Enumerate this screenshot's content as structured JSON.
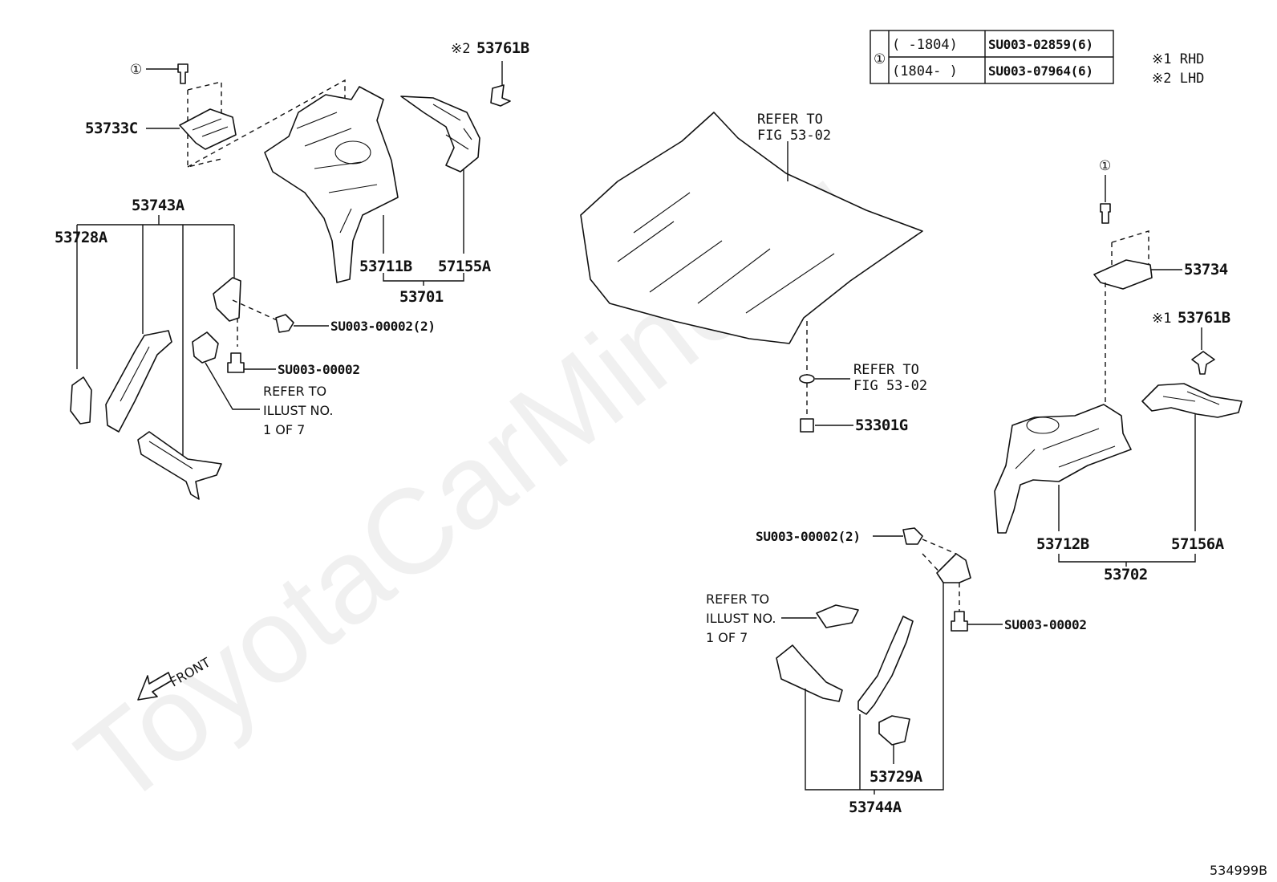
{
  "watermark": "ToyotaCarMine.ru",
  "figure_code": "534999B",
  "legend": {
    "rhd": "※1 RHD",
    "lhd": "※2 LHD"
  },
  "bolt_table": {
    "key": "①",
    "rows": [
      {
        "range": "(      -1804)",
        "part": "SU003-02859(6)"
      },
      {
        "range": "(1804-       )",
        "part": "SU003-07964(6)"
      }
    ]
  },
  "front_arrow": "FRONT",
  "circled_one": "①",
  "left": {
    "bolt_key": "①",
    "p53733C": "53733C",
    "p53761B_mark": "※2",
    "p53761B": "53761B",
    "p53743A": "53743A",
    "p53728A": "53728A",
    "p53711B": "53711B",
    "p57155A": "57155A",
    "p53701": "53701",
    "bolt_a": "SU003-00002(2)",
    "bolt_b": "SU003-00002",
    "refer_illust": [
      "REFER TO",
      "ILLUST NO.",
      "1 OF 7"
    ]
  },
  "center": {
    "refer_fig_a": [
      "REFER TO",
      "FIG 53-02"
    ],
    "refer_fig_b": [
      "REFER TO",
      "FIG 53-02"
    ],
    "p53301G": "53301G"
  },
  "right": {
    "bolt_key": "①",
    "p53734": "53734",
    "p53761B_mark": "※1",
    "p53761B": "53761B",
    "p53712B": "53712B",
    "p57156A": "57156A",
    "p53702": "53702",
    "bolt_a": "SU003-00002(2)",
    "bolt_b": "SU003-00002",
    "refer_illust": [
      "REFER TO",
      "ILLUST NO.",
      "1 OF 7"
    ],
    "p53729A": "53729A",
    "p53744A": "53744A"
  }
}
